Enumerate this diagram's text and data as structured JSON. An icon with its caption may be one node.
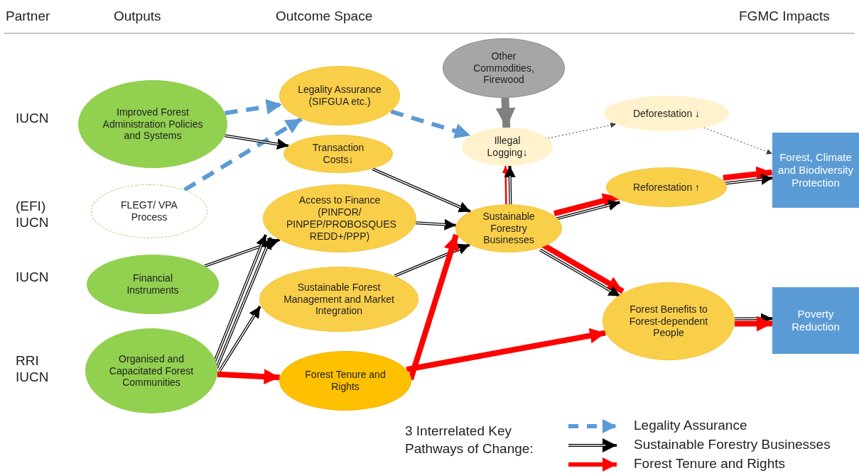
{
  "diagram": {
    "nodes": [
      {
        "text": [
          "Improved Forest Administration Policies and Systems"
        ]
      },
      {
        "text": [
          "FLEGT/ VPA Process"
        ]
      },
      {
        "text": [
          "Financial Instruments"
        ]
      },
      {
        "text": [
          "Organised and Capacitated Forest Communities"
        ]
      },
      {
        "text": [
          "Legality Assurance (SIFGUA etc.)"
        ]
      },
      {
        "text": [
          "Transaction Costs↓"
        ]
      },
      {
        "text": [
          "Access to Finance (PINFOR/ PINPEP/PROBOSQUES REDD+/PPP)"
        ]
      },
      {
        "text": [
          "Sustainable Forest Management and Market Integration"
        ]
      },
      {
        "text": [
          "Forest Tenure and Rights"
        ]
      },
      {
        "text": [
          "Other Commodities, Firewood"
        ]
      },
      {
        "text": [
          "Illegal Logging↓"
        ]
      },
      {
        "text": [
          "Sustainable Forestry Businesses"
        ]
      },
      {
        "text": [
          "Deforestation ↓"
        ]
      },
      {
        "text": [
          "Reforestation ↑"
        ]
      },
      {
        "text": [
          "Forest Benefits to Forest-dependent People"
        ]
      },
      {
        "text": [
          "Forest, Climate and Biodiversity Protection"
        ]
      },
      {
        "text": [
          "Poverty Reduction"
        ]
      }
    ],
    "edges": [
      {
        "from": 0,
        "to": 4,
        "arrow": "to",
        "style": "dashed",
        "color": "#5b9bd5"
      },
      {
        "from": 1,
        "to": 4,
        "arrow": "to",
        "style": "dashed",
        "color": "#5b9bd5"
      },
      {
        "from": 4,
        "to": 10,
        "arrow": "to",
        "style": "dashed",
        "color": "#5b9bd5"
      },
      {
        "from": 0,
        "to": 5,
        "arrow": "to"
      },
      {
        "from": 5,
        "to": 11,
        "arrow": "to"
      },
      {
        "from": 6,
        "to": 11,
        "arrow": "to"
      },
      {
        "from": 7,
        "to": 11,
        "arrow": "to"
      },
      {
        "from": 2,
        "to": 6,
        "arrow": "to"
      },
      {
        "from": 3,
        "to": 6,
        "arrow": "to"
      },
      {
        "from": 3,
        "to": 6,
        "arrow": "to"
      },
      {
        "from": 3,
        "to": 7,
        "arrow": "to"
      },
      {
        "from": 3,
        "to": 8,
        "arrow": "to",
        "style": "thick",
        "color": "#ff0000"
      },
      {
        "from": 8,
        "to": 11,
        "arrow": "to",
        "style": "thick",
        "color": "#ff0000"
      },
      {
        "from": 8,
        "to": 14,
        "arrow": "to",
        "style": "thick",
        "color": "#ff0000"
      },
      {
        "from": 11,
        "to": 10,
        "arrow": "to",
        "color": "#ff0000"
      },
      {
        "from": 11,
        "to": 10,
        "arrow": "to"
      },
      {
        "from": 11,
        "to": 13,
        "arrow": "to",
        "style": "thick",
        "color": "#ff0000"
      },
      {
        "from": 11,
        "to": 13,
        "arrow": "to"
      },
      {
        "from": 11,
        "to": 14,
        "arrow": "to",
        "style": "thick",
        "color": "#ff0000"
      },
      {
        "from": 11,
        "to": 14,
        "arrow": "to"
      },
      {
        "from": 13,
        "to": 15,
        "arrow": "to",
        "style": "thick",
        "color": "#ff0000"
      },
      {
        "from": 13,
        "to": 15,
        "arrow": "to"
      },
      {
        "from": 14,
        "to": 16,
        "arrow": "to"
      },
      {
        "from": 14,
        "to": 16,
        "arrow": "to",
        "style": "thick",
        "color": "#ff0000"
      },
      {
        "from": 9,
        "to": 10,
        "arrow": "to",
        "style": "thick",
        "color": "#808080"
      },
      {
        "from": 10,
        "to": 12,
        "arrow": "to",
        "style": "dashed",
        "color": "#404040"
      },
      {
        "from": 12,
        "to": 15,
        "arrow": "to",
        "style": "dashed",
        "color": "#404040"
      }
    ],
    "labels": [
      "Partner",
      "Outputs",
      "Outcome Space",
      "FGMC Impacts",
      "IUCN",
      "(EFI) IUCN",
      "IUCN",
      "RRI IUCN",
      "3 Interrelated Key Pathways of Change:"
    ],
    "legend": [
      {
        "text": "Legality Assurance"
      },
      {
        "text": "Sustainable Forestry Businesses"
      },
      {
        "text": "Forest Tenure and Rights"
      }
    ]
  }
}
